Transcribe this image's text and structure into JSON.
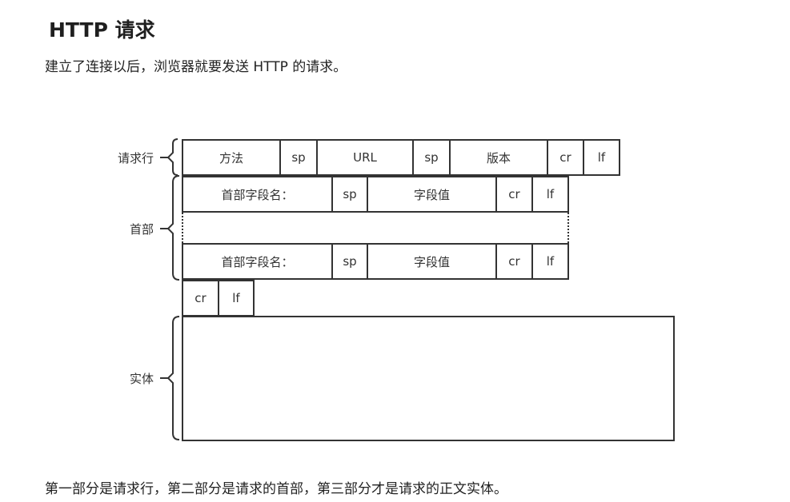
{
  "heading": "HTTP 请求",
  "intro": "建立了连接以后，浏览器就要发送 HTTP 的请求。",
  "outro": "第一部分是请求行，第二部分是请求的首部，第三部分才是请求的正文实体。",
  "diagram": {
    "sections": {
      "request_line": "请求行",
      "headers": "首部",
      "body": "实体"
    },
    "request_line": {
      "method": "方法",
      "sp1": "sp",
      "url": "URL",
      "sp2": "sp",
      "version": "版本",
      "cr": "cr",
      "lf": "lf"
    },
    "header_row": {
      "field_name": "首部字段名：",
      "sp": "sp",
      "field_value": "字段值",
      "cr": "cr",
      "lf": "lf"
    },
    "blank_line": {
      "cr": "cr",
      "lf": "lf"
    }
  },
  "colors": {
    "line": "#333333",
    "text": "#222222",
    "background": "#ffffff"
  }
}
